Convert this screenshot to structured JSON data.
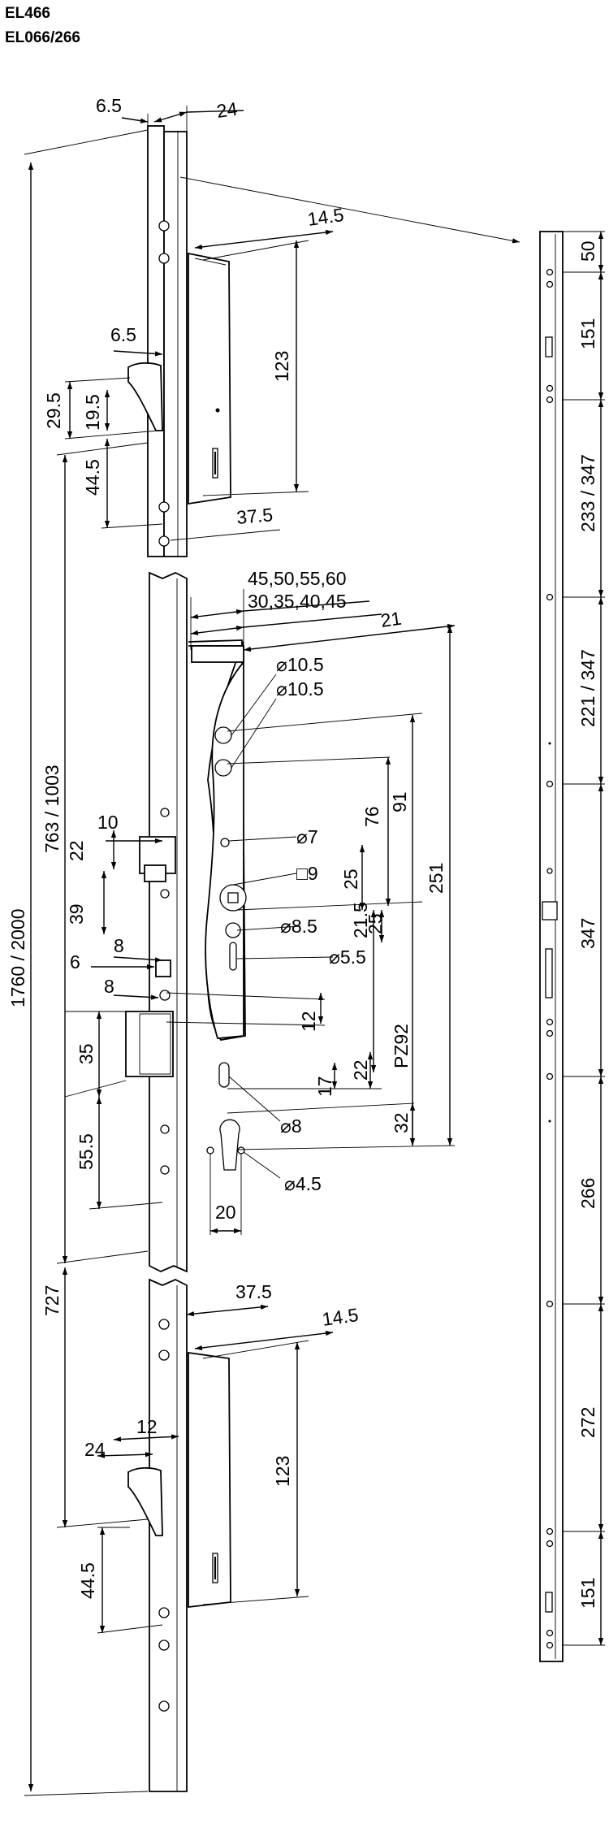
{
  "titles": [
    "EL466",
    "EL066/266"
  ],
  "dimensions": {
    "top_strip": {
      "offset_6_5": "6.5",
      "width_24": "24",
      "hook_offset_14_5": "14.5",
      "hook_offset_6_5": "6.5",
      "length_123": "123",
      "d_29_5": "29.5",
      "d_19_5": "19.5",
      "d_44_5": "44.5",
      "d_37_5": "37.5"
    },
    "main_lock": {
      "backset_a": "45,50,55,60",
      "backset_b": "30,35,40,45",
      "forend_21": "21",
      "dia_10_5_a": "⌀10.5",
      "dia_10_5_b": "⌀10.5",
      "dia_7": "⌀7",
      "square_9": "□9",
      "dia_8_5": "⌀8.5",
      "dia_5_5": "⌀5.5",
      "dia_8": "⌀8",
      "dia_4_5": "⌀4.5",
      "d_76": "76",
      "d_91": "91",
      "d_251": "251",
      "d_25a": "25",
      "d_21_5": "21.5",
      "d_25b": "25",
      "d_12": "12",
      "pz92": "PZ92",
      "d_22": "22",
      "d_17": "17",
      "d_32": "32",
      "d_20": "20",
      "d_10": "10",
      "d_22_left": "22",
      "d_39": "39",
      "d_8a": "8",
      "d_6": "6",
      "d_8b": "8",
      "d_35": "35",
      "d_55_5": "55.5"
    },
    "overall": {
      "total_length": "1760 / 2000",
      "upper_length": "763 / 1003",
      "lower_length": "727"
    },
    "bottom_strip": {
      "d_37_5": "37.5",
      "d_14_5": "14.5",
      "d_12": "12",
      "d_24": "24",
      "length_123": "123",
      "d_44_5": "44.5"
    },
    "strike_plate": {
      "d_50": "50",
      "d_151_top": "151",
      "d_233_347": "233 / 347",
      "d_221_347": "221 / 347",
      "d_347": "347",
      "d_266": "266",
      "d_272": "272",
      "d_151_bottom": "151"
    }
  }
}
